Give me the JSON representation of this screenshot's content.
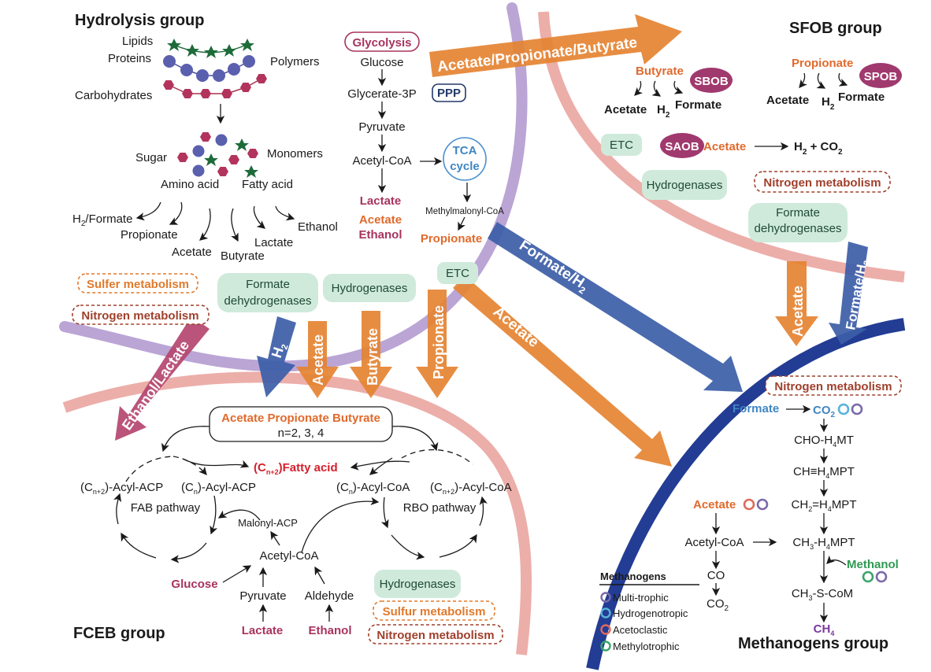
{
  "colors": {
    "orange_arrow": "#e58432",
    "blue_arrow": "#3c5ea8",
    "magenta_arrow": "#b5466f",
    "purple_curve": "#b39bd0",
    "pink_curve": "#eaa5a0",
    "navy_curve": "#233c94",
    "enzyme_box": "#cfeadb",
    "ellipse_label": "#a0396e"
  },
  "hydrolysis": {
    "title": "Hydrolysis group",
    "polymers": {
      "lipids": "Lipids",
      "proteins": "Proteins",
      "carbohydrates": "Carbohydrates",
      "label": "Polymers"
    },
    "monomers": {
      "sugar": "Sugar",
      "label": "Monomers",
      "amino_acid": "Amino acid",
      "fatty_acid": "Fatty acid"
    },
    "products": [
      "H2/Formate",
      "Propionate",
      "Acetate",
      "Butyrate",
      "Lactate",
      "Ethanol"
    ]
  },
  "glycolysis": {
    "badge": "Glycolysis",
    "ppp": "PPP",
    "steps": [
      "Glucose",
      "Glycerate-3P",
      "Pyruvate",
      "Acetyl-CoA"
    ],
    "tca": [
      "TCA",
      "cycle"
    ],
    "products": {
      "lactate": "Lactate",
      "acetate": "Acetate",
      "ethanol": "Ethanol"
    },
    "methylmalonyl": "Methylmalonyl-CoA",
    "propionate": "Propionate"
  },
  "big_arrows": {
    "vfa": "Acetate/Propionate/Butyrate",
    "formate_h2": "Formate/H",
    "formate_h2_sub": "2",
    "acetate_diag": "Acetate",
    "ethanol_lactate": "Ethanol/Lactate",
    "h2": "H",
    "h2_sub": "2",
    "acetate_down": "Acetate",
    "butyrate_down": "Butyrate",
    "propionate_down": "Propionate",
    "acetate_right": "Acetate",
    "formate_h2_right": "Formate/H",
    "formate_h2_right_sub": "2"
  },
  "sfob": {
    "title": "SFOB group",
    "butyrate": "Butyrate",
    "sbob": "SBOB",
    "propionate": "Propionate",
    "spob": "SPOB",
    "products": {
      "acetate": "Acetate",
      "h2": "H",
      "sub2": "2",
      "formate": "Formate"
    },
    "etc": "ETC",
    "saob": "SAOB",
    "saob_acetate": "Acetate",
    "saob_products": {
      "h2": "H",
      "sub2": "2",
      "plus": " + CO",
      "co2sub": "2"
    },
    "hydrogenases": "Hydrogenases",
    "nitrogen": "Nitrogen metabolism",
    "fdh1": "Formate",
    "fdh2": "dehydrogenases"
  },
  "fceb": {
    "title": "FCEB group",
    "sulfer": "Sulfer metabolism",
    "nitrogen": "Nitrogen metabolism",
    "fdh1": "Formate",
    "fdh2": "dehydrogenases",
    "hydrogenases": "Hydrogenases",
    "etc": "ETC",
    "vfa_box_line1": "Acetate Propionate Butyrate",
    "vfa_box_line2": "n=2, 3, 4",
    "fatty_acid": "Fatty acid",
    "fatty_acid_prefix": "(C",
    "fatty_acid_sub": "n+2",
    "fatty_acid_close": ")",
    "fab": {
      "left_prefix": "(C",
      "left_sub": "n+2",
      "left_suffix": ")-Acyl-ACP",
      "right_prefix": "(C",
      "right_sub": "n",
      "right_suffix": ")-Acyl-ACP",
      "label": "FAB pathway"
    },
    "rbo": {
      "left_prefix": "(C",
      "left_sub": "n",
      "left_suffix": ")-Acyl-CoA",
      "right_prefix": "(C",
      "right_sub": "n+2",
      "right_suffix": ")-Acyl-CoA",
      "label": "RBO pathway"
    },
    "malonyl": "Malonyl-ACP",
    "acetyl_coa": "Acetyl-CoA",
    "glucose": "Glucose",
    "pyruvate": "Pyruvate",
    "aldehyde": "Aldehyde",
    "lactate": "Lactate",
    "ethanol": "Ethanol",
    "hydrogenases2": "Hydrogenases",
    "sulfur": "Sulfur metabolism",
    "nitrogen2": "Nitrogen metabolism"
  },
  "methanogens": {
    "title": "Methanogens group",
    "nitrogen": "Nitrogen metabolism",
    "formate": "Formate",
    "co2": "CO",
    "co2sub": "2",
    "steps": [
      {
        "pre": "CHO-H",
        "sub": "4",
        "post": "MT"
      },
      {
        "pre": "CH≡H",
        "sub": "4",
        "post": "MPT"
      },
      {
        "pre": "CH",
        "sub": "2",
        "mid": "=H",
        "sub2": "4",
        "post": "MPT"
      },
      {
        "pre": "CH",
        "sub": "3",
        "mid": "-H",
        "sub2": "4",
        "post": "MPT"
      },
      {
        "pre": "CH",
        "sub": "3",
        "mid": "-S-CoM",
        "sub2": "",
        "post": ""
      }
    ],
    "acetate": "Acetate",
    "acetyl_coa": "Acetyl-CoA",
    "co": "CO",
    "co2b": "CO",
    "co2bsub": "2",
    "methanol": "Methanol",
    "ch4": "CH",
    "ch4sub": "4",
    "legend": {
      "title": "Methanogens",
      "items": [
        {
          "label": "Multi-trophic",
          "color": "#7a6aa8"
        },
        {
          "label": "Hydrogenotropic",
          "color": "#57b3d8"
        },
        {
          "label": "Acetoclastic",
          "color": "#dd6a5a"
        },
        {
          "label": "Methylotrophic",
          "color": "#3aa56a"
        }
      ]
    }
  }
}
